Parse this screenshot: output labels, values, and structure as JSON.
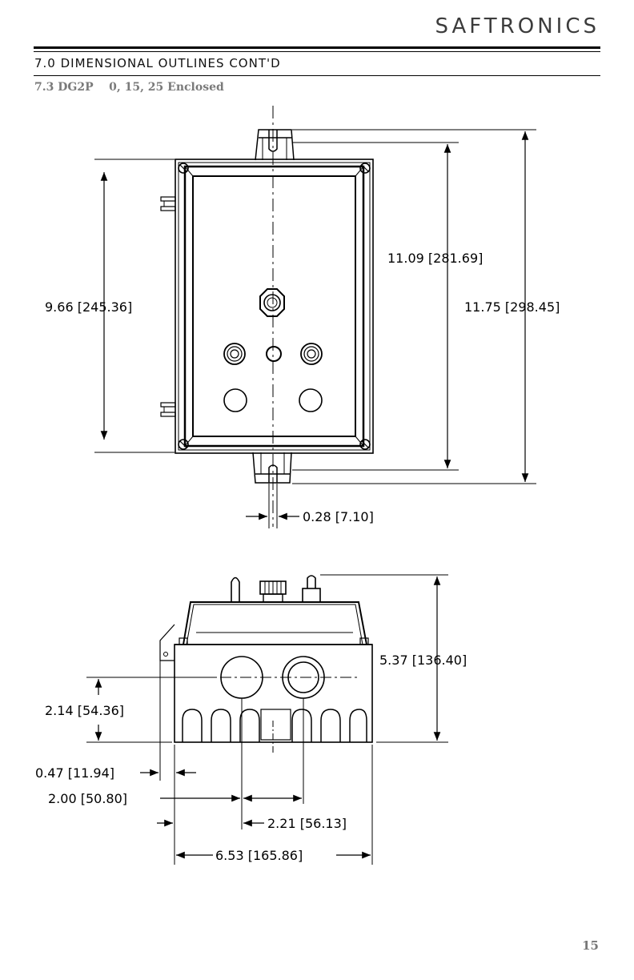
{
  "header": {
    "brand": "SAFTRONICS",
    "section_title": "7.0 DIMENSIONAL OUTLINES CONT'D",
    "subtitle": "7.3 DG2P    0, 15, 25 Enclosed"
  },
  "top_view": {
    "dim_left_height": "9.66 [245.36]",
    "dim_inner_height": "11.09 [281.69]",
    "dim_outer_height": "11.75 [298.45]",
    "dim_slot": "0.28 [7.10]"
  },
  "side_view": {
    "dim_height": "5.37 [136.40]",
    "dim_hole_height": "2.14 [54.36]",
    "dim_offset": "0.47 [11.94]",
    "dim_hole1": "2.00 [50.80]",
    "dim_hole2": "2.21 [56.13]",
    "dim_width": "6.53 [165.86]"
  },
  "footer": {
    "page_number": "15"
  }
}
